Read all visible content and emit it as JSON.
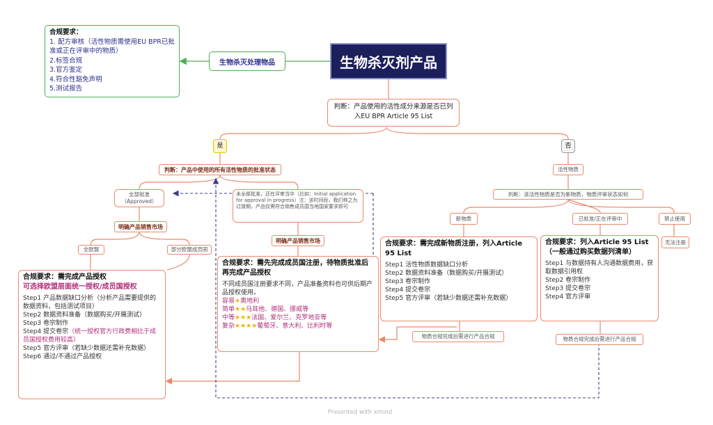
{
  "title": "生物杀灭剂产品",
  "treated_articles": "生物杀灭处理物品",
  "compliance_top": {
    "header": "合规要求：",
    "items": [
      "1. 配方审核（活性物质需使用EU BPR已批准或正在评审中的物质）",
      "2.标签合规",
      "3.官方鉴定",
      "4.符合性豁免声明",
      "5.测试报告"
    ]
  },
  "judge_main": "判断：产品使用的活性成分来源是否已列入EU BPR Article 95 List",
  "yes_label": "是",
  "no_label": "否",
  "judge_approval": "判断：产品中使用的所有活性物质的批准状态",
  "all_approved": "全部批准（Approved）",
  "not_all_approved": "未全部批准，还在评审当中（比如：Initial application for approval in progress）注：该时间段，我们称之为过渡期，产品仅需符合销售成员国当地国家要求即可",
  "clarify_market_1": "明确产品销售市场",
  "clarify_market_2": "明确产品销售市场",
  "all_eu": "全欧盟",
  "some_eu": "部分欧盟成员国",
  "active_substance": "活性物质",
  "judge_active": "判断：该活性物质是否为新物质，物质评审状态如何",
  "new_substance": "新物质",
  "approved_or_reviewing": "已批准/正在评审中",
  "banned": "禁止使用",
  "cannot_register": "无法注册",
  "left_box": {
    "header": "合规要求：需完成产品授权",
    "sub": "可选择欧盟层面统一授权/成员国授权",
    "steps": [
      "Step1 产品数据缺口分析（分析产品需要提供的数据资料，包括测试项目）",
      "Step2 数据资料准备（数据购买/开展测试）",
      "Step3 卷宗制作",
      "Step4 提交卷宗",
      "（统一授权官方行政费相比于成员国授权费用较高）",
      "Step5 官方评审（若缺少数据还需补充数据）",
      "Step6 通过/不通过产品授权"
    ]
  },
  "mid_box": {
    "header": "合规要求：需先完成成员国注册，待物质批准后再完成产品授权",
    "desc": "不同成员国注册要求不同，产品准备资料也可供后期产品授权使用。",
    "levels": [
      {
        "label": "容易",
        "stars": "★",
        "countries": "奥地利"
      },
      {
        "label": "简单",
        "stars": "★★",
        "countries": "马耳他、德国、挪威等"
      },
      {
        "label": "中等",
        "stars": "★★★",
        "countries": "法国、爱尔兰、克罗地亚等"
      },
      {
        "label": "复杂",
        "stars": "★★★★",
        "countries": "葡萄牙、意大利、比利时等"
      }
    ]
  },
  "new_box": {
    "header": "合规要求：需完成新物质注册，列入Article 95 List",
    "steps": [
      "Step1 活性物质数据缺口分析",
      "Step2 数据资料准备（数据购买/开展测试）",
      "Step3 卷宗制作",
      "Step4 提交卷宗",
      "Step5 官方评审（若缺少数据还需补充数据）"
    ]
  },
  "list_box": {
    "header": "合规要求：列入Article 95 List（一般通过购买数据列清单）",
    "steps": [
      "Step1 与数据持有人沟通数据费用，获取数据引用权",
      "Step2 卷宗制作",
      "Step3 提交卷宗",
      "Step4 官方评审"
    ]
  },
  "after_new": "物质合规完成后需进行产品合规",
  "after_list": "物质合规完成后需进行产品合规",
  "watermark": "Presented with xmind"
}
